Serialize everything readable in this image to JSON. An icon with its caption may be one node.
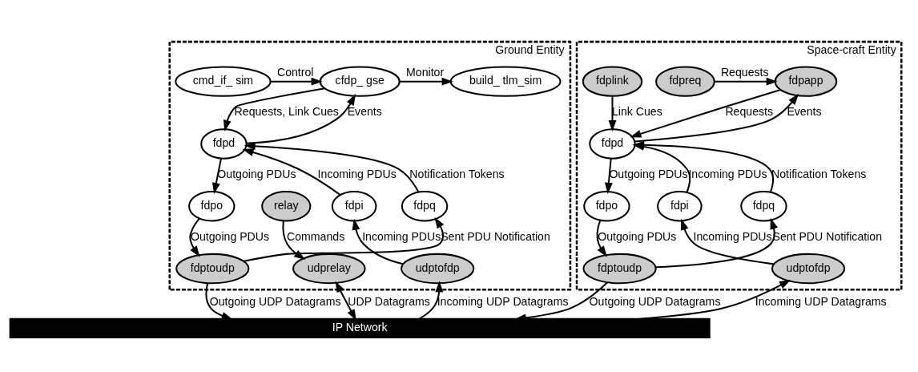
{
  "diagram": {
    "nodes": [
      {
        "text": [
          "Ground Entity"
        ]
      },
      {
        "text": [
          "cmd_if_ sim"
        ],
        "in": 0
      },
      {
        "text": [
          "cfdp_ gse"
        ],
        "in": 0
      },
      {
        "text": [
          "build_ tlm_sim"
        ],
        "in": 0
      },
      {
        "text": [
          "fdpd"
        ],
        "in": 0
      },
      {
        "text": [
          "fdpi"
        ],
        "in": 0
      },
      {
        "text": [
          "fdpq"
        ],
        "in": 0
      },
      {
        "text": [
          "fdpo"
        ],
        "in": 0
      },
      {
        "text": [
          "relay"
        ],
        "in": 0
      },
      {
        "text": [
          "udptofdp"
        ],
        "in": 0
      },
      {
        "text": [
          "fdptoudp"
        ],
        "in": 0
      },
      {
        "text": [
          "udprelay"
        ],
        "in": 0
      },
      {
        "text": [
          "Space-craft Entity"
        ]
      },
      {
        "text": [
          "fdpreq"
        ],
        "in": 12
      },
      {
        "text": [
          "fdpapp"
        ],
        "in": 12
      },
      {
        "text": [
          "fdplink"
        ],
        "in": 12
      },
      {
        "text": [
          "fdpd"
        ],
        "in": 12
      },
      {
        "text": [
          "fdpi"
        ],
        "in": 12
      },
      {
        "text": [
          "fdpq"
        ],
        "in": 12
      },
      {
        "text": [
          "fdpo"
        ],
        "in": 12
      },
      {
        "text": [
          "udptofdp"
        ],
        "in": 12
      },
      {
        "text": [
          "fdptoudp"
        ],
        "in": 12
      },
      {
        "text": [
          "IP Network"
        ]
      }
    ],
    "edges": [
      {
        "from": 1,
        "to": 2,
        "arrow": "to",
        "label": "Control"
      },
      {
        "from": 2,
        "to": 3,
        "arrow": "to",
        "label": "Monitor"
      },
      {
        "from": 2,
        "to": 4,
        "arrow": "to",
        "label": "Requests, Link Cues"
      },
      {
        "from": 4,
        "to": 2,
        "arrow": "to",
        "label": "Events"
      },
      {
        "from": 5,
        "to": 4,
        "arrow": "to",
        "label": "Incoming PDUs"
      },
      {
        "from": 4,
        "to": 7,
        "arrow": "to",
        "label": "Outgoing PDUs"
      },
      {
        "from": 6,
        "to": 4,
        "arrow": "to",
        "label": "Notification Tokens"
      },
      {
        "from": 9,
        "to": 5,
        "arrow": "to",
        "label": "Incoming PDUs"
      },
      {
        "from": 10,
        "to": 6,
        "arrow": "to",
        "label": "Sent PDU Notification"
      },
      {
        "from": 7,
        "to": 10,
        "arrow": "to",
        "label": "Outgoing PDUs"
      },
      {
        "from": 8,
        "to": 11,
        "arrow": "to",
        "label": "Commands"
      },
      {
        "from": 22,
        "to": 9,
        "arrow": "to",
        "label": "Incoming UDP Datagrams"
      },
      {
        "from": 10,
        "to": 22,
        "arrow": "to",
        "label": "Outgoing UDP Datagrams"
      },
      {
        "from": 11,
        "to": 22,
        "arrow": "both",
        "label": "UDP Datagrams"
      },
      {
        "from": 13,
        "to": 14,
        "arrow": "to",
        "label": "Requests"
      },
      {
        "from": 14,
        "to": 16,
        "arrow": "to",
        "label": "Requests"
      },
      {
        "from": 16,
        "to": 14,
        "arrow": "to",
        "label": "Events"
      },
      {
        "from": 15,
        "to": 16,
        "arrow": "to",
        "label": "Link Cues"
      },
      {
        "from": 17,
        "to": 16,
        "arrow": "to",
        "label": "Incoming PDUs"
      },
      {
        "from": 16,
        "to": 19,
        "arrow": "to",
        "label": "Outgoing PDUs"
      },
      {
        "from": 18,
        "to": 16,
        "arrow": "to",
        "label": "Notification Tokens"
      },
      {
        "from": 20,
        "to": 17,
        "arrow": "to",
        "label": "Incoming PDUs"
      },
      {
        "from": 21,
        "to": 18,
        "arrow": "to",
        "label": "Sent PDU Notification"
      },
      {
        "from": 19,
        "to": 21,
        "arrow": "to",
        "label": "Outgoing PDUs"
      },
      {
        "from": 22,
        "to": 20,
        "arrow": "to",
        "label": "Incoming UDP Datagrams"
      },
      {
        "from": 21,
        "to": 22,
        "arrow": "to",
        "label": "Outgoing UDP Datagrams"
      }
    ]
  }
}
